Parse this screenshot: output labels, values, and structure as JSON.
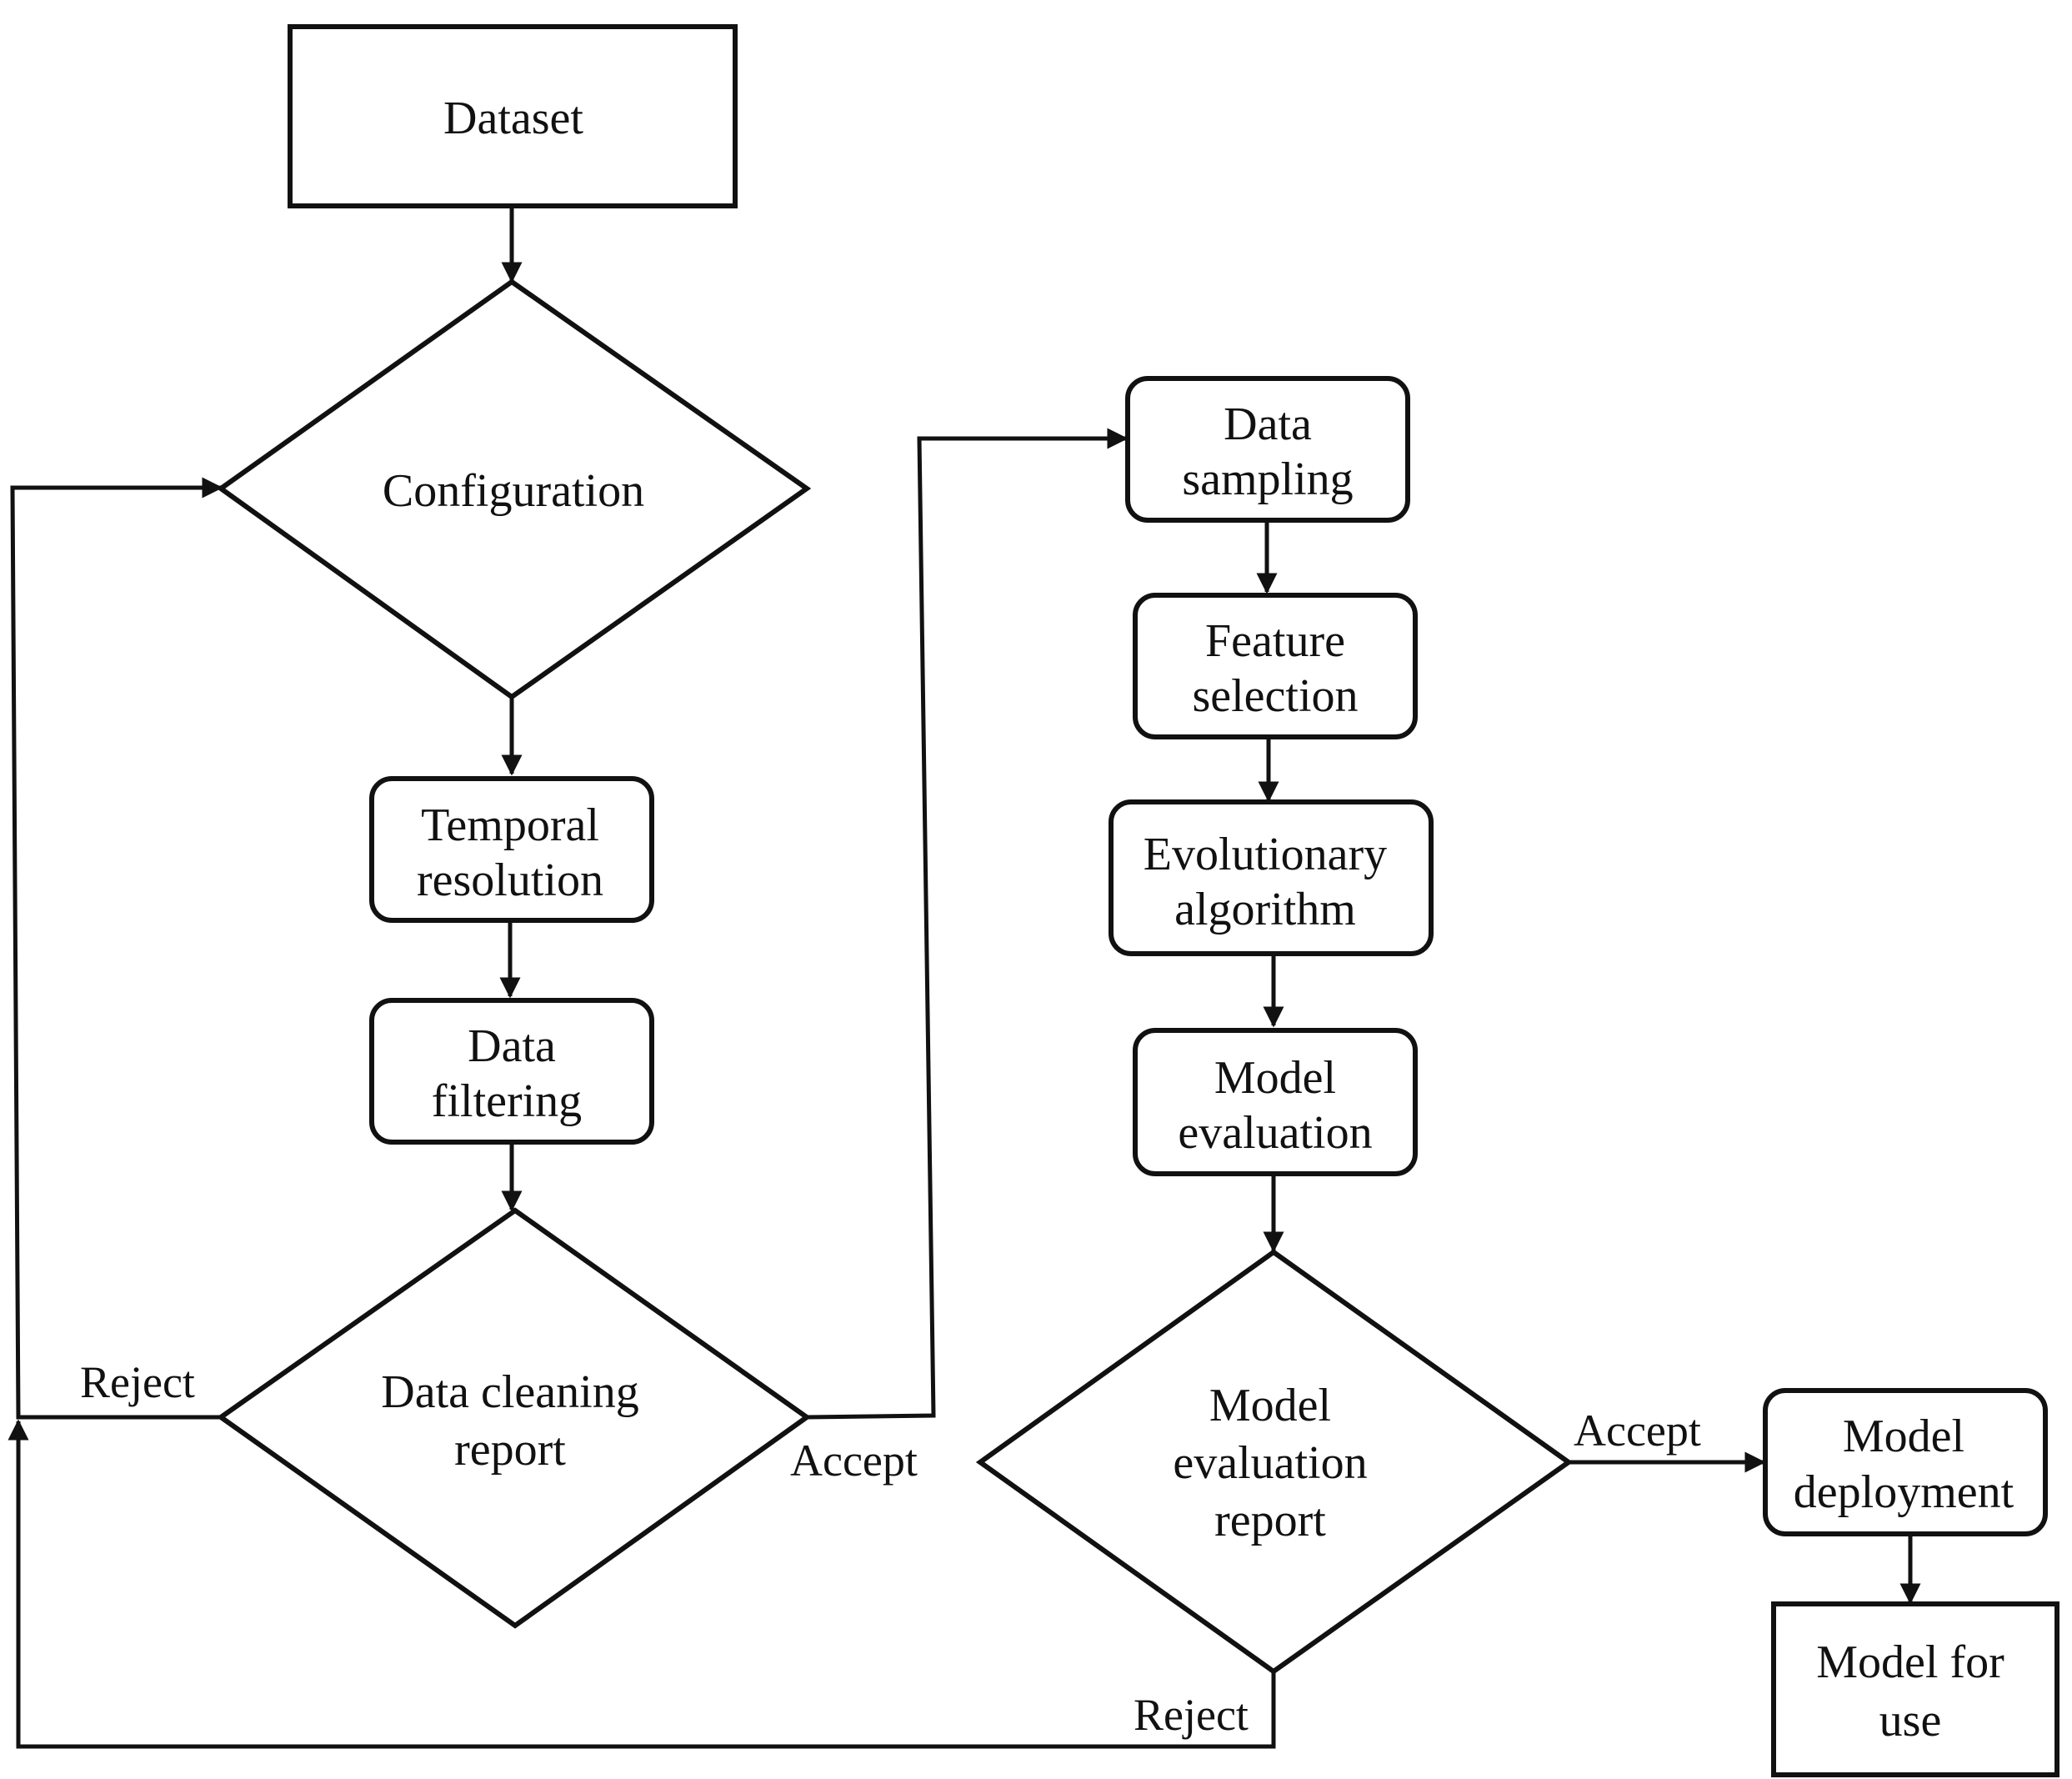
{
  "colors": {
    "stroke": "#111111",
    "background": "#ffffff",
    "text": "#111111"
  },
  "nodes": {
    "dataset": {
      "shape": "rectangle",
      "lines": [
        "Dataset"
      ]
    },
    "configuration": {
      "shape": "diamond",
      "lines": [
        "Configuration"
      ]
    },
    "temporal": {
      "shape": "rounded-rectangle",
      "lines": [
        "Temporal",
        "resolution"
      ]
    },
    "filtering": {
      "shape": "rounded-rectangle",
      "lines": [
        "Data",
        "filtering"
      ]
    },
    "cleaning_report": {
      "shape": "diamond",
      "lines": [
        "Data cleaning",
        "report"
      ]
    },
    "sampling": {
      "shape": "rounded-rectangle",
      "lines": [
        "Data",
        "sampling"
      ]
    },
    "feature_selection": {
      "shape": "rounded-rectangle",
      "lines": [
        "Feature",
        "selection"
      ]
    },
    "evolutionary": {
      "shape": "rounded-rectangle",
      "lines": [
        "Evolutionary",
        "algorithm"
      ]
    },
    "model_evaluation": {
      "shape": "rounded-rectangle",
      "lines": [
        "Model",
        "evaluation"
      ]
    },
    "eval_report": {
      "shape": "diamond",
      "lines": [
        "Model",
        "evaluation",
        "report"
      ]
    },
    "deployment": {
      "shape": "rounded-rectangle",
      "lines": [
        "Model",
        "deployment"
      ]
    },
    "model_for_use": {
      "shape": "rectangle",
      "lines": [
        "Model for",
        "use"
      ]
    }
  },
  "edge_labels": {
    "cleaning_reject": "Reject",
    "cleaning_accept": "Accept",
    "eval_accept": "Accept",
    "eval_reject": "Reject"
  },
  "edges": [
    {
      "from": "dataset",
      "to": "configuration"
    },
    {
      "from": "configuration",
      "to": "temporal"
    },
    {
      "from": "temporal",
      "to": "filtering"
    },
    {
      "from": "filtering",
      "to": "cleaning_report"
    },
    {
      "from": "cleaning_report",
      "to": "configuration",
      "label": "Reject"
    },
    {
      "from": "cleaning_report",
      "to": "sampling",
      "label": "Accept"
    },
    {
      "from": "sampling",
      "to": "feature_selection"
    },
    {
      "from": "feature_selection",
      "to": "evolutionary"
    },
    {
      "from": "evolutionary",
      "to": "model_evaluation"
    },
    {
      "from": "model_evaluation",
      "to": "eval_report"
    },
    {
      "from": "eval_report",
      "to": "deployment",
      "label": "Accept"
    },
    {
      "from": "eval_report",
      "to": "configuration",
      "label": "Reject"
    },
    {
      "from": "deployment",
      "to": "model_for_use"
    }
  ]
}
